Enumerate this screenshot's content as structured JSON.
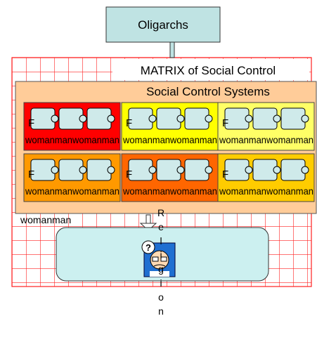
{
  "title": "Oligarchs",
  "matrix_label": "MATRIX of Social Control",
  "systems_label": "Social Control Systems",
  "colors": {
    "top_box": "#bfe3e3",
    "grid_red": "#ff0000",
    "panel": "#ffcc99",
    "center_box": "#ccf0f0",
    "cell_red": "#ff0000",
    "cell_yellow": "#ffff00",
    "cell_light_yellow": "#ffff66",
    "cell_orange": "#ff9900",
    "cell_dark_orange": "#ff6600",
    "cell_gold": "#ffcc00",
    "puzzle": "#cfeaea"
  },
  "cells": [
    {
      "tag": "F",
      "label": "womanmanwomanman",
      "fill": "#ff0000"
    },
    {
      "tag": "F",
      "label": "womanmanwomanman",
      "fill": "#ffff00"
    },
    {
      "tag": "F",
      "label": "womanmanwomanman",
      "fill": "#ffff66"
    },
    {
      "tag": "F",
      "label": "womanmanwomanman",
      "fill": "#ff9900"
    },
    {
      "tag": "F",
      "label": "womanmanwomanman",
      "fill": "#ff6600"
    },
    {
      "tag": "F",
      "label": "womanmanwomanman",
      "fill": "#ffcc00"
    }
  ],
  "extra_labels": [
    "woman",
    "man"
  ],
  "vertical_text": [
    "R",
    "e",
    "l",
    "i",
    "g",
    "i",
    "o",
    "n"
  ],
  "person_icon": "confused-person-icon"
}
